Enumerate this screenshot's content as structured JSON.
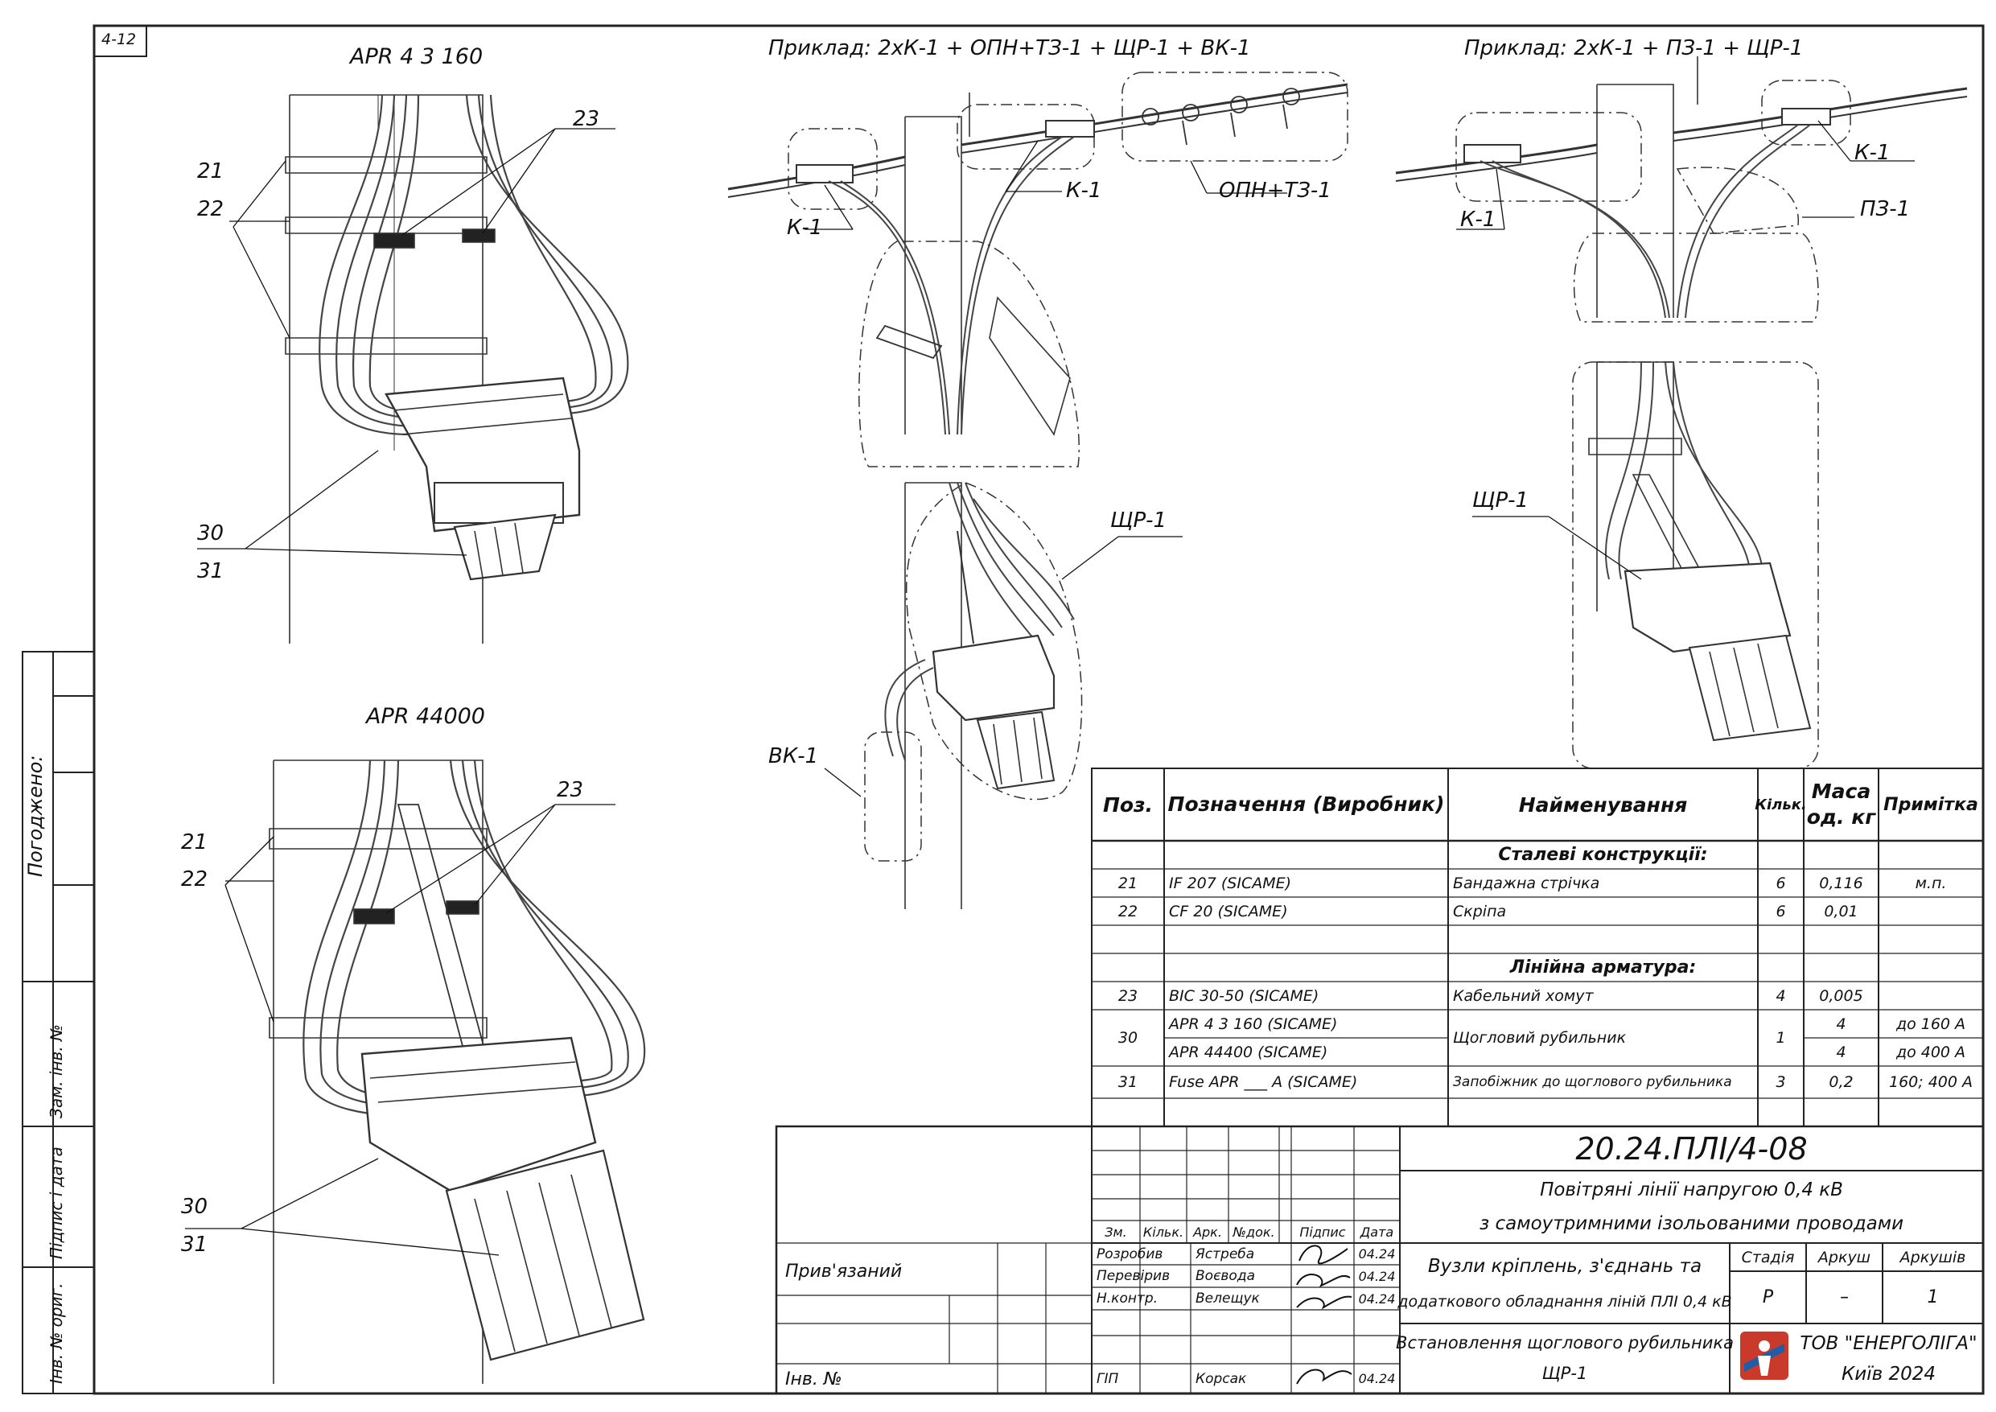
{
  "sheet_code": "4-12",
  "side_stamp": {
    "agreed": "Погоджено:",
    "replace_inv": "Зам. інв. №",
    "sign_date": "Підпис і дата",
    "inv_orig": "Інв. № ориг."
  },
  "views": {
    "apr4": {
      "title": "APR 4 3 160",
      "labels": [
        "21",
        "22",
        "23",
        "30",
        "31"
      ]
    },
    "apr44": {
      "title": "APR 44000",
      "labels": [
        "21",
        "22",
        "23",
        "30",
        "31"
      ]
    },
    "example1": {
      "title": "Приклад: 2хК-1 + ОПН+ТЗ-1 + ЩР-1 + ВК-1",
      "labels": {
        "k1_left": "К-1",
        "k1_right": "К-1",
        "opn": "ОПН+ТЗ-1",
        "shr": "ЩР-1",
        "vk": "ВК-1"
      }
    },
    "example2": {
      "title": "Приклад: 2хК-1 + ПЗ-1 + ЩР-1",
      "labels": {
        "k1_right": "К-1",
        "k1_left": "К-1",
        "pz": "ПЗ-1",
        "shr": "ЩР-1"
      }
    }
  },
  "spec": {
    "headers": {
      "pos": "Поз.",
      "designation": "Позначення (Виробник)",
      "name": "Найменування",
      "qty": "Кільк.",
      "mass": "Маса од. кг",
      "note": "Примітка"
    },
    "section1": "Сталеві конструкції:",
    "section2": "Лінійна арматура:",
    "rows": [
      {
        "pos": "21",
        "designation": "IF 207  (SICAME)",
        "name": "Бандажна стрічка",
        "qty": "6",
        "mass": "0,116",
        "note": "м.п."
      },
      {
        "pos": "22",
        "designation": "CF 20  (SICAME)",
        "name": "Скріпа",
        "qty": "6",
        "mass": "0,01",
        "note": ""
      },
      {
        "pos": "23",
        "designation": "BIC 30-50  (SICAME)",
        "name": "Кабельний хомут",
        "qty": "4",
        "mass": "0,005",
        "note": ""
      },
      {
        "pos": "30",
        "designation": "APR 4 3 160  (SICAME)",
        "name": "Щогловий рубильник",
        "qty": "1",
        "mass": "4",
        "note": "до 160 А"
      },
      {
        "pos": "",
        "designation": "APR 44400  (SICAME)",
        "name": "",
        "qty": "",
        "mass": "4",
        "note": "до 400 А"
      },
      {
        "pos": "31",
        "designation": "Fuse APR ___ A  (SICAME)",
        "name": "Запобіжник до щоглового рубильника",
        "qty": "3",
        "mass": "0,2",
        "note": "160; 400 А"
      }
    ]
  },
  "title_block": {
    "doc_number": "20.24.ПЛІ/4-08",
    "project_line1": "Повітряні лінії напругою 0,4 кВ",
    "project_line2": "з самоутримними ізольованими проводами",
    "section_line1": "Вузли кріплень, з'єднань та",
    "section_line2": "додаткового обладнання ліній ПЛІ 0,4 кВ",
    "drawing_line1": "Встановлення щоглового рубильника",
    "drawing_line2": "ЩР-1",
    "stage_h": "Стадія",
    "sheet_h": "Аркуш",
    "sheets_h": "Аркушів",
    "stage": "Р",
    "sheet": "–",
    "sheets": "1",
    "company": "ТОВ \"ЕНЕРГОЛІГА\"",
    "city_year": "Київ 2024",
    "bound": "Прив'язаний",
    "inv": "Інв. №",
    "col_heads": [
      "Зм.",
      "Кільк.",
      "Арк.",
      "№док.",
      "Підпис",
      "Дата"
    ],
    "people": [
      {
        "role": "Розробив",
        "name": "Ястреба",
        "date": "04.24"
      },
      {
        "role": "Перевірив",
        "name": "Воєвода",
        "date": "04.24"
      },
      {
        "role": "Н.контр.",
        "name": "Велещук",
        "date": "04.24"
      },
      {
        "role": "ГІП",
        "name": "Корсак",
        "date": "04.24"
      }
    ]
  }
}
